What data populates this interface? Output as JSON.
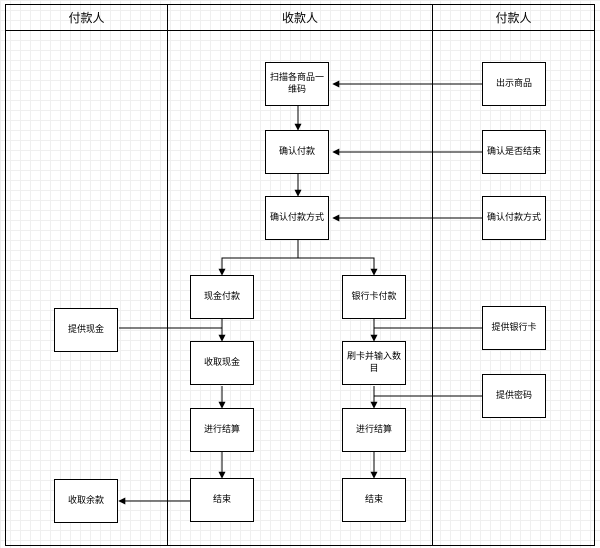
{
  "lanes": {
    "left": "付款人",
    "middle": "收款人",
    "right": "付款人"
  },
  "nodes": {
    "scan": "扫描各商品一维码",
    "show": "出示商品",
    "confirm_pay": "确认付款",
    "confirm_end": "确认是否结束",
    "confirm_method_mid": "确认付款方式",
    "confirm_method_right": "确认付款方式",
    "cash_pay": "现金付款",
    "bank_pay": "银行卡付款",
    "provide_cash": "提供现金",
    "provide_card": "提供银行卡",
    "receive_cash": "收取现金",
    "swipe_card": "刷卡并输入数目",
    "provide_pwd": "提供密码",
    "settle_left": "进行结算",
    "settle_right": "进行结算",
    "end_left": "结束",
    "end_right": "结束",
    "receive_change": "收取余款"
  }
}
